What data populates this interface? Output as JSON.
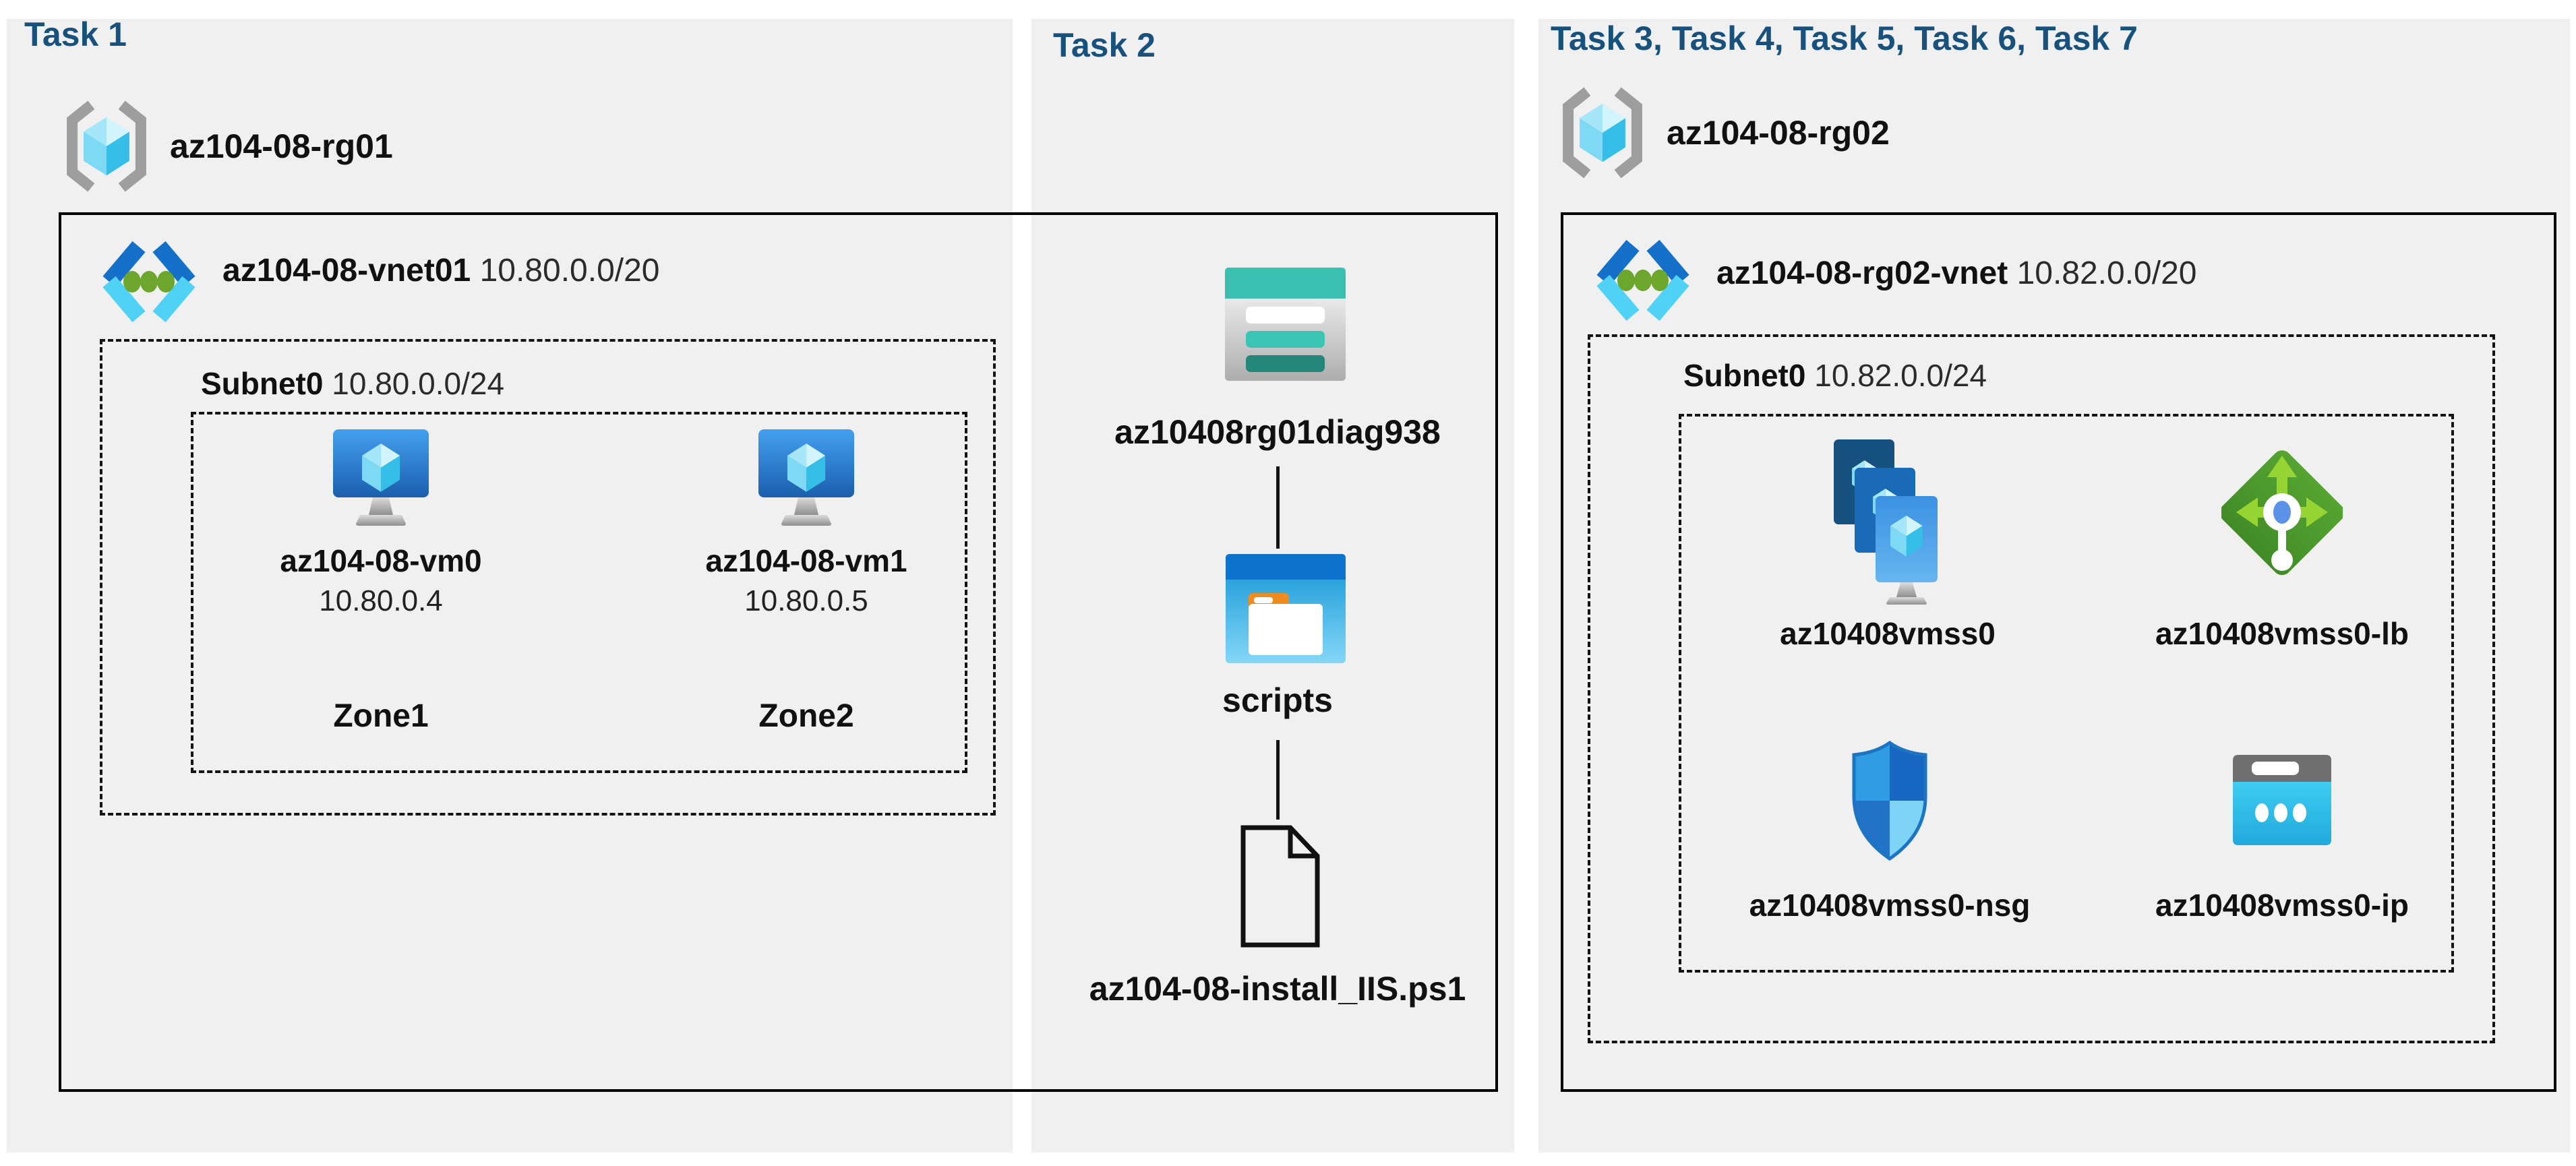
{
  "colors": {
    "task_header": "#17517c",
    "panel_background": "#f0f0f1",
    "box_border": "#000000",
    "dashed_border": "#141414",
    "vnet_blue": "#1470c8",
    "vnet_cyan": "#50d2f6",
    "vnet_dot_green": "#6da62c",
    "vm_blue_top": "#44a0ef",
    "vm_blue_bottom": "#1a5fae",
    "storage_teal": "#3abfb0",
    "storage_dark_teal": "#2a8376",
    "folder_header_blue": "#0d73cc",
    "folder_body_cyan": "#3db4e6",
    "folder_tab_orange": "#f08b1d",
    "lb_green": "#4f9e2d",
    "lb_arrow_green": "#96d433",
    "lb_center_blue": "#5b91e6",
    "nsg_light_blue": "#2f9ce4",
    "nsg_dark_blue": "#1767c2",
    "nsg_pale_blue": "#7fd4f6",
    "pip_cyan": "#31c2ea",
    "pip_gray": "#6f6f6f",
    "rg_bracket_gray": "#9e9e9e"
  },
  "panels": {
    "task1": {
      "header": "Task 1",
      "resource_group": {
        "name": "az104-08-rg01",
        "icon": "resource-group-icon"
      },
      "vnet": {
        "name": "az104-08-vnet01",
        "cidr": "10.80.0.0/20",
        "icon": "virtual-network-icon"
      },
      "subnet": {
        "name": "Subnet0",
        "cidr": "10.80.0.0/24"
      },
      "vms": [
        {
          "name": "az104-08-vm0",
          "ip": "10.80.0.4",
          "zone": "Zone1",
          "icon": "virtual-machine-icon"
        },
        {
          "name": "az104-08-vm1",
          "ip": "10.80.0.5",
          "zone": "Zone2",
          "icon": "virtual-machine-icon"
        }
      ]
    },
    "task2": {
      "header": "Task 2",
      "storage_account": {
        "name": "az10408rg01diag938",
        "icon": "storage-account-icon"
      },
      "container": {
        "name": "scripts",
        "icon": "blob-container-icon"
      },
      "file": {
        "name": "az104-08-install_IIS.ps1",
        "icon": "file-icon"
      }
    },
    "task3": {
      "header": "Task 3, Task 4, Task 5, Task 6, Task 7",
      "resource_group": {
        "name": "az104-08-rg02",
        "icon": "resource-group-icon"
      },
      "vnet": {
        "name": "az104-08-rg02-vnet",
        "cidr": "10.82.0.0/20",
        "icon": "virtual-network-icon"
      },
      "subnet": {
        "name": "Subnet0",
        "cidr": "10.82.0.0/24"
      },
      "resources": [
        {
          "name": "az10408vmss0",
          "type": "vm-scale-set",
          "icon": "vmss-icon"
        },
        {
          "name": "az10408vmss0-lb",
          "type": "load-balancer",
          "icon": "load-balancer-icon"
        },
        {
          "name": "az10408vmss0-nsg",
          "type": "network-security-group",
          "icon": "nsg-icon"
        },
        {
          "name": "az10408vmss0-ip",
          "type": "public-ip-address",
          "icon": "public-ip-icon"
        }
      ]
    }
  }
}
